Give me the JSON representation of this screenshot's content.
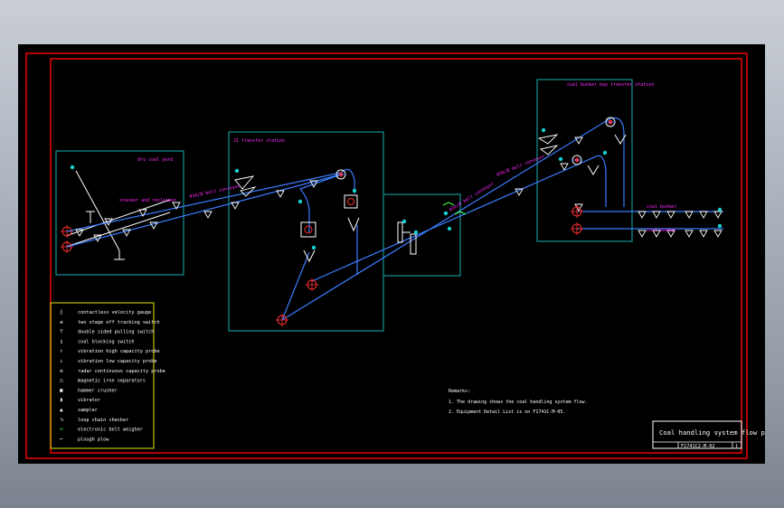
{
  "stations": {
    "yard": "dry coal yard",
    "transfer1": "J1 transfer station",
    "bunker_bay": "coal bunker bay transfer station"
  },
  "conveyors": {
    "stacker": "stacker and reclaimer",
    "c1": "#1A/B belt conveyor",
    "c2": "#2A/B belt conveyor",
    "c3": "#3A/B belt conveyor",
    "bunker1": "coal bunker",
    "bunker2": "coal bunker"
  },
  "legend": [
    {
      "icon": "velocity-gauge",
      "label": "contactless velocity gauge"
    },
    {
      "icon": "tracking-switch",
      "label": "two stage off tracking switch"
    },
    {
      "icon": "pulling-switch",
      "label": "double sided pulling switch"
    },
    {
      "icon": "blocking-switch",
      "label": "coal blocking switch"
    },
    {
      "icon": "high-probe",
      "label": "vibration high capacity probe"
    },
    {
      "icon": "low-probe",
      "label": "vibration low capacity probe"
    },
    {
      "icon": "radar-probe",
      "label": "radar continuous capacity probe"
    },
    {
      "icon": "magnet",
      "label": "magnetic iron separators"
    },
    {
      "icon": "crusher",
      "label": "hammer crusher"
    },
    {
      "icon": "vibrator",
      "label": "vibrator"
    },
    {
      "icon": "sampler",
      "label": "sampler"
    },
    {
      "icon": "chain-checker",
      "label": "loop chain checker"
    },
    {
      "icon": "belt-weigher",
      "label": "electronic belt weigher"
    },
    {
      "icon": "plough",
      "label": "plough plow"
    }
  ],
  "remarks": {
    "title": "Remarks:",
    "line1": "1. The drawing shows the coal handling system flow.",
    "line2": "2. Equipment Detail List is on F1741C-M-05."
  },
  "title_block": {
    "title": "Coal handling system flow plan",
    "number": "F1741C2-M-02",
    "sheet": "1"
  },
  "colors": {
    "border": "#e00000",
    "station": "#18b0b0",
    "conveyor": "#3a7dff",
    "legend_frame": "#e6e600",
    "title_frame": "#ffffff"
  }
}
